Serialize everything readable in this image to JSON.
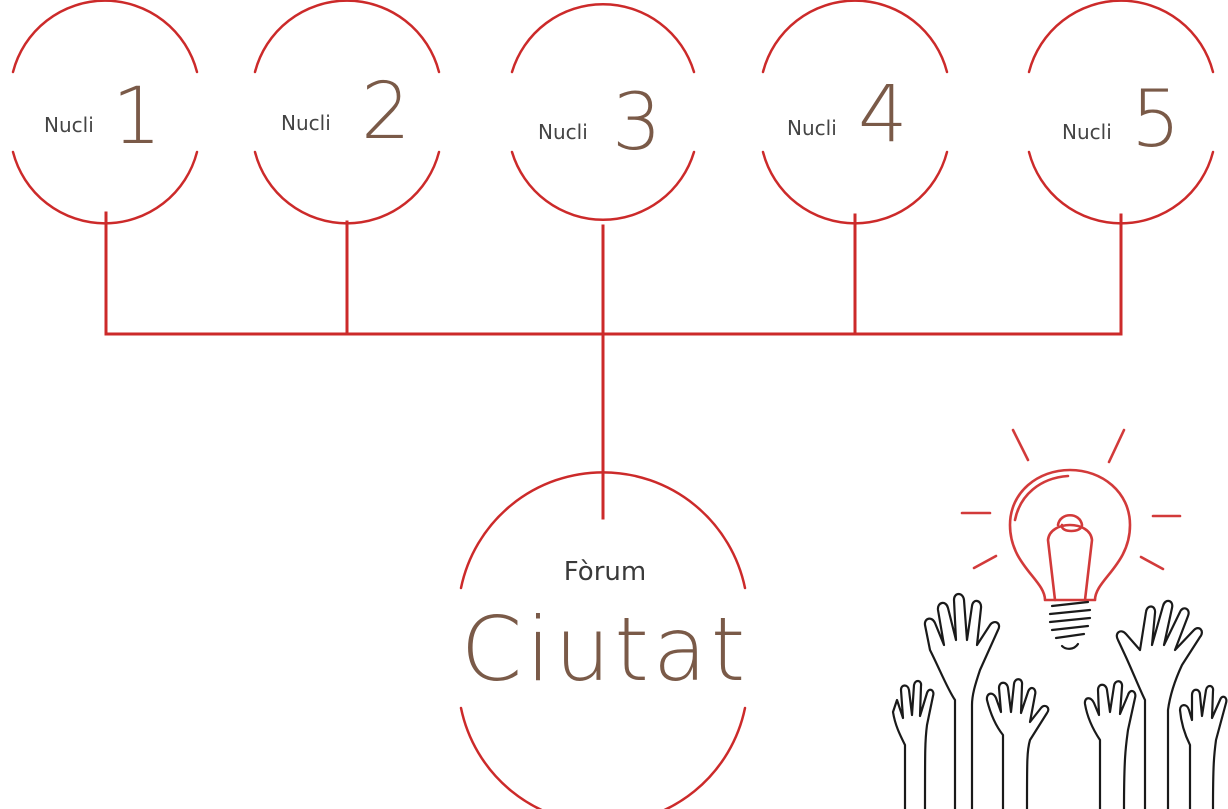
{
  "colors": {
    "line": "#cc2a2a",
    "number": "#7a5a48",
    "label": "#444444"
  },
  "nodes": [
    {
      "prefix": "Nucli",
      "number": "1"
    },
    {
      "prefix": "Nucli",
      "number": "2"
    },
    {
      "prefix": "Nucli",
      "number": "3"
    },
    {
      "prefix": "Nucli",
      "number": "4"
    },
    {
      "prefix": "Nucli",
      "number": "5"
    }
  ],
  "forum": {
    "small": "Fòrum",
    "big": "Ciutat"
  },
  "illustration": {
    "icon": "lightbulb-with-raised-hands-icon"
  }
}
